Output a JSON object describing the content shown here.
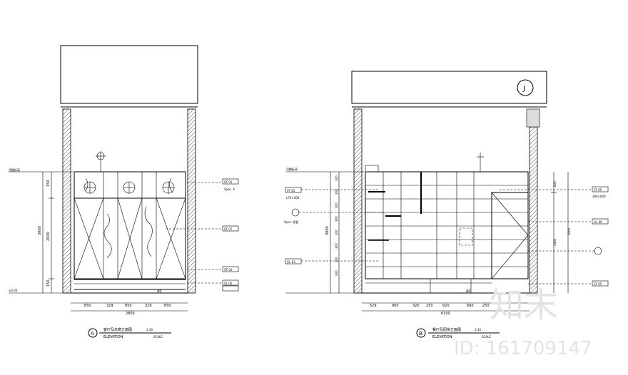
{
  "drawing_a": {
    "marker": "A",
    "title": "客厅及走廊立面图",
    "subtitle": "ELEVATION",
    "scale_label": "SCALE",
    "scale_value": "1:30",
    "height_left": [
      "150",
      "2000",
      "150"
    ],
    "total_height": "3000",
    "widths": [
      "650",
      "329",
      "650",
      "329",
      "650"
    ],
    "total_width": "2800",
    "floor_mark": "A0",
    "level_top": "顶棚标高",
    "level_bottom": "±0.00",
    "note_right_1": "Spec. A",
    "tags": [
      "ST 05",
      "ST 07",
      "ST 05",
      "ST 05"
    ]
  },
  "drawing_b": {
    "marker": "B",
    "title": "餐厅及厨房立面图",
    "subtitle": "ELEVATION",
    "scale_label": "SCALE",
    "scale_value": "1:30",
    "heights_left": [
      "300",
      "300",
      "300",
      "300",
      "300",
      "300",
      "300",
      "300"
    ],
    "total_height": "3000",
    "widths": [
      "529",
      "900",
      "320",
      "250",
      "620",
      "600",
      "250"
    ],
    "total_width": "6100",
    "right_heights": [
      "600",
      "2400",
      "3000"
    ],
    "floor_mark": "A0",
    "tags_left": [
      "ST 01",
      "GL 03"
    ],
    "tags_right": [
      "ST 05",
      "GL 06",
      "ST 05"
    ],
    "note_left": "Spec. 铝板",
    "note_mid": "L70×300",
    "note_right": "300×600",
    "grid_marker": "J"
  },
  "watermark": {
    "brand": "知末",
    "id_text": "ID: 161709147"
  }
}
